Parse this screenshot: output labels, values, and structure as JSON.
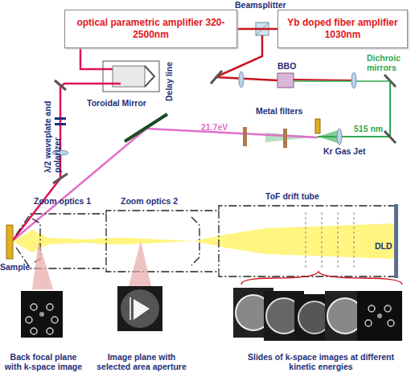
{
  "diagram": {
    "nodes": [
      {
        "text": [
          "optical parametric amplifier 320-2500nm"
        ]
      },
      {
        "text": [
          "Yb doped fiber amplifier 1030nm"
        ]
      }
    ],
    "edges": [
      {
        "from": 1,
        "to": 0,
        "arrow": "none"
      }
    ],
    "labels": [
      "Beamsplitter",
      "Delay line",
      "BBO",
      "Dichroic mirrors",
      "λ/2 waveplate and polarizer",
      "Metal filters",
      "21.7eV",
      "Kr Gas Jet",
      "515 nm",
      "Toroidal Mirror",
      "Sample",
      "Zoom optics 1",
      "Zoom optics 2",
      "ToF drift tube",
      "DLD",
      "Back focal plane with k-space image",
      "Image plane with selected area aperture",
      "Slides of k-space images at different kinetic energies"
    ]
  }
}
